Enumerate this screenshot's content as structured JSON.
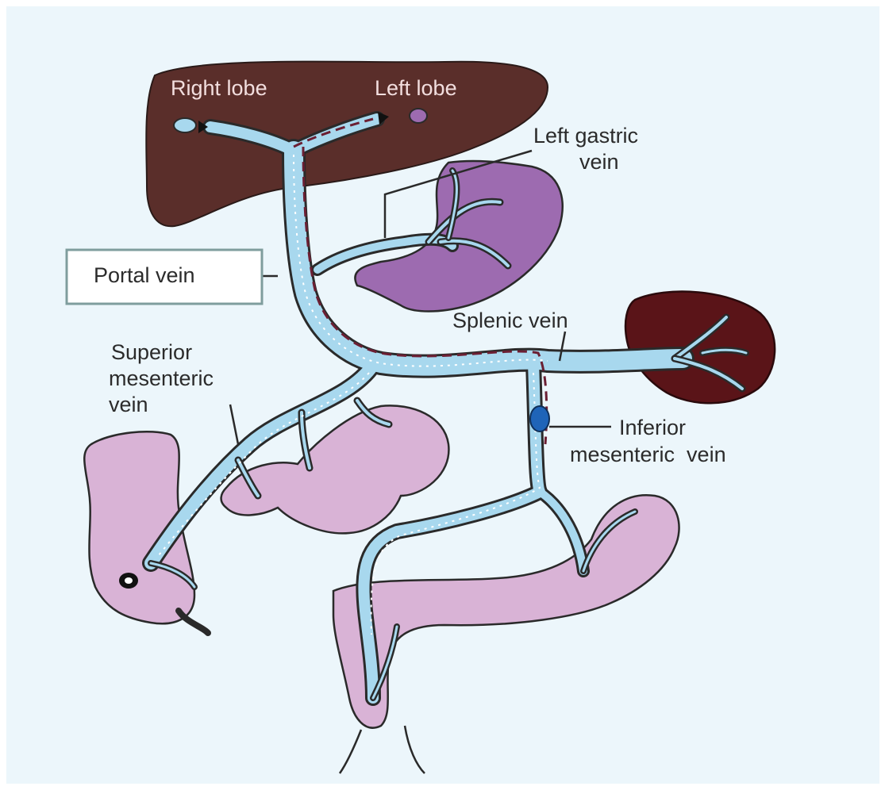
{
  "labels": {
    "right_lobe": "Right lobe",
    "left_lobe": "Left lobe",
    "left_gastric_1": "Left gastric",
    "left_gastric_2": "vein",
    "portal_vein": "Portal vein",
    "splenic_vein": "Splenic vein",
    "superior_1": "Superior",
    "superior_2": "mesenteric",
    "superior_3": "vein",
    "inferior_1": "Inferior",
    "inferior_2": "mesenteric  vein"
  },
  "colors": {
    "background": "#ecf6fb",
    "liver": "#5a2e2a",
    "stomach": "#9d6bb0",
    "spleen": "#5a1418",
    "intestine": "#d9b3d6",
    "vein": "#a8d8ee",
    "highlight_box": "#7f9d9d"
  }
}
